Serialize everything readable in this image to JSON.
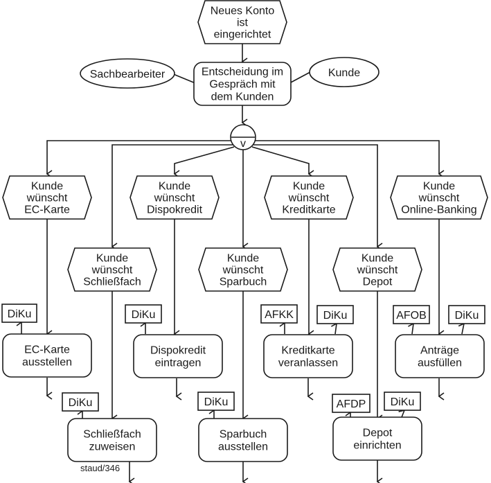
{
  "diagram": {
    "start_event": [
      "Neues Konto",
      "ist",
      "eingerichtet"
    ],
    "decision_function": [
      "Entscheidung im",
      "Gespräch mit",
      "dem Kunden"
    ],
    "org_units": [
      "Sachbearbeiter",
      "Kunde"
    ],
    "connector_symbol": "v",
    "events": [
      [
        "Kunde",
        "wünscht",
        "EC-Karte"
      ],
      [
        "Kunde",
        "wünscht",
        "Dispokredit"
      ],
      [
        "Kunde",
        "wünscht",
        "Kreditkarte"
      ],
      [
        "Kunde",
        "wünscht",
        "Online-Banking"
      ],
      [
        "Kunde",
        "wünscht",
        "Schließfach"
      ],
      [
        "Kunde",
        "wünscht",
        "Sparbuch"
      ],
      [
        "Kunde",
        "wünscht",
        "Depot"
      ]
    ],
    "functions": [
      [
        "EC-Karte",
        "ausstellen"
      ],
      [
        "Dispokredit",
        "eintragen"
      ],
      [
        "Kreditkarte",
        "veranlassen"
      ],
      [
        "Anträge",
        "ausfüllen"
      ],
      [
        "Schließfach",
        "zuweisen"
      ],
      [
        "Sparbuch",
        "ausstellen"
      ],
      [
        "Depot",
        "einrichten"
      ]
    ],
    "info_objects": {
      "ec": [
        "DiKu"
      ],
      "dispo": [
        "DiKu"
      ],
      "kredit": [
        "AFKK",
        "DiKu"
      ],
      "online": [
        "AFOB",
        "DiKu"
      ],
      "schliess": [
        "DiKu"
      ],
      "spar": [
        "DiKu"
      ],
      "depot": [
        "AFDP",
        "DiKu"
      ]
    },
    "credit": "staud/346"
  }
}
